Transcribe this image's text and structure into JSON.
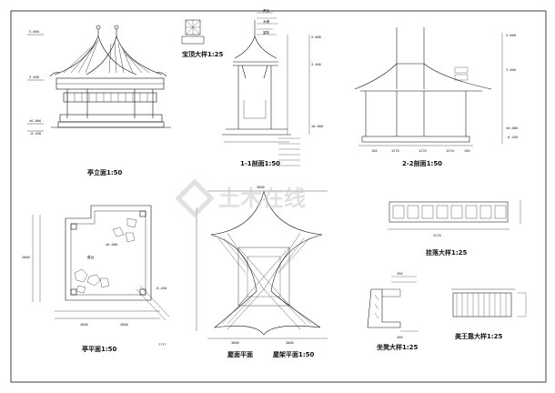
{
  "titles": {
    "elevation": "亭立面1:50",
    "top_detail": "宝顶大样1:25",
    "section_1": "1-1剖面1:50",
    "section_2": "2-2剖面1:50",
    "plan": "亭平面1:50",
    "roof_plan_a": "屋面平面",
    "roof_plan_b": "屋架平面1:50",
    "railing_detail": "挂落大样1:25",
    "seat_detail": "坐凳大样1:25",
    "beauty_seat_detail": "美王靠大样1:25"
  },
  "levels": {
    "ridge": "5.000",
    "eave": "3.400",
    "floor": "±0.000",
    "ground": "-0.450",
    "ground_b": "-0.450"
  },
  "dims": {
    "plan_bottom": [
      "2600",
      "2600"
    ],
    "plan_side": "2600",
    "section_bottom": [
      "150",
      "1270",
      "1270",
      "1270",
      "150"
    ],
    "roof_top": "3000",
    "roof_bottom": [
      "3000",
      "3000"
    ],
    "railing": "2270",
    "seat_a": "350",
    "seat_b": "450"
  },
  "notes": {
    "detail_a": "青瓦",
    "detail_b": "木椽",
    "detail_c": "望砖",
    "plan_label": "露台",
    "unknown": "????"
  },
  "watermark": "土木在线",
  "colors": {
    "line": "#111111",
    "paper": "#ffffff",
    "watermark": "#c9c9c9"
  }
}
